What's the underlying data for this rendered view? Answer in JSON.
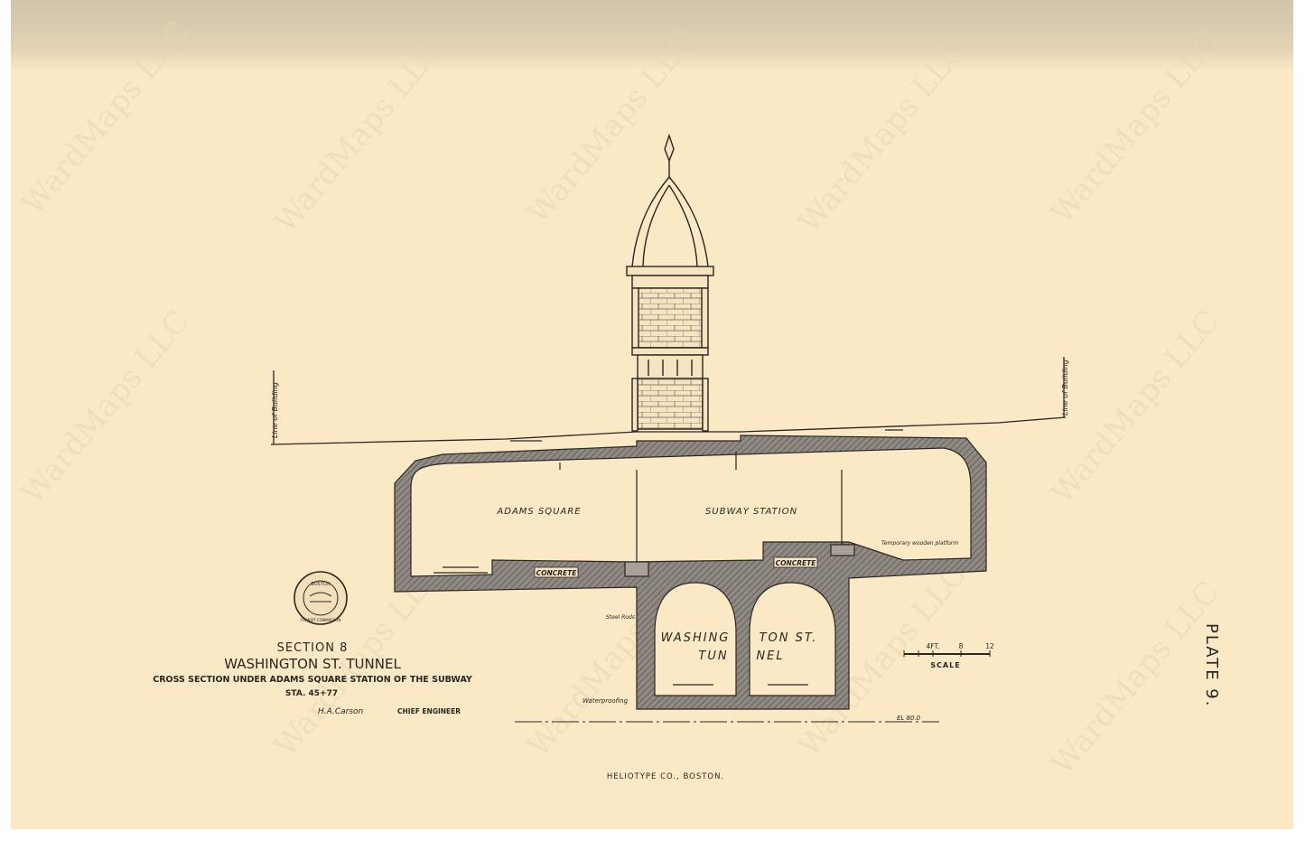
{
  "plate": "PLATE 9.",
  "title": {
    "section": "SECTION 8",
    "name": "WASHINGTON ST. TUNNEL",
    "subtitle": "CROSS SECTION UNDER ADAMS SQUARE STATION OF THE SUBWAY",
    "station": "STA. 45+77",
    "signature": "H.A.Carson",
    "role": "CHIEF ENGINEER"
  },
  "seal": {
    "top": "BOSTON",
    "bottom": "TRANSIT COMMISSION"
  },
  "labels": {
    "adams_square": "ADAMS SQUARE",
    "subway_station": "SUBWAY STATION",
    "concrete_left": "CONCRETE",
    "concrete_right": "CONCRETE",
    "tunnel_a1": "WASHING",
    "tunnel_a2": "TON ST.",
    "tunnel_b1": "TUN",
    "tunnel_b2": "NEL",
    "line_left": "Line of Building",
    "line_right": "Line of Building",
    "steel_rods": "Steel Rods",
    "waterproofing": "Waterproofing",
    "platform": "Temporary wooden platform",
    "elevation": "EL 80.0"
  },
  "scale": {
    "t1": "4FT.",
    "t2": "8",
    "t3": "12",
    "label": "SCALE"
  },
  "printer": "HELIOTYPE CO., BOSTON.",
  "watermark": "WardMaps LLC",
  "colors": {
    "paper": "#fbe8c4",
    "ink": "#2a2622",
    "concrete": "#8c8680"
  }
}
